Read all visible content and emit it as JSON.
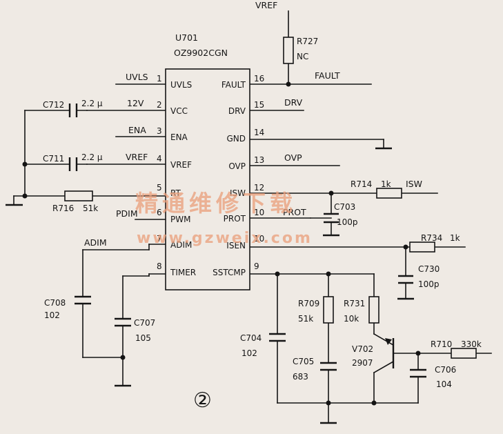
{
  "ic": {
    "ref": "U701",
    "part": "OZ9902CGN",
    "left_pins": [
      {
        "num": "1",
        "name": "UVLS"
      },
      {
        "num": "2",
        "name": "VCC"
      },
      {
        "num": "3",
        "name": "ENA"
      },
      {
        "num": "4",
        "name": "VREF"
      },
      {
        "num": "5",
        "name": "RT"
      },
      {
        "num": "6",
        "name": "PWM"
      },
      {
        "num": "7",
        "name": "ADIM"
      },
      {
        "num": "8",
        "name": "TIMER"
      }
    ],
    "right_pins": [
      {
        "num": "16",
        "name": "FAULT"
      },
      {
        "num": "15",
        "name": "DRV"
      },
      {
        "num": "14",
        "name": "GND"
      },
      {
        "num": "13",
        "name": "OVP"
      },
      {
        "num": "12",
        "name": "ISW"
      },
      {
        "num": "10",
        "name": "PROT"
      },
      {
        "num": "10",
        "name": "ISEN"
      },
      {
        "num": "9",
        "name": "SSTCMP"
      }
    ]
  },
  "nets": {
    "uvls": "UVLS",
    "vcc": "12V",
    "ena": "ENA",
    "vref_in": "VREF",
    "pdim": "PDIM",
    "adim": "ADIM",
    "vref_top": "VREF",
    "fault": "FAULT",
    "drv": "DRV",
    "ovp": "OVP",
    "isw": "ISW",
    "prot": "PROT"
  },
  "components": {
    "r727": {
      "ref": "R727",
      "value": "NC"
    },
    "c712": {
      "ref": "C712",
      "value": "2.2 μ"
    },
    "c711": {
      "ref": "C711",
      "value": "2.2 μ"
    },
    "r716": {
      "ref": "R716",
      "value": "51k"
    },
    "r714": {
      "ref": "R714",
      "value": "1k"
    },
    "c703": {
      "ref": "C703",
      "value": "100p"
    },
    "r734": {
      "ref": "R734",
      "value": "1k"
    },
    "c730": {
      "ref": "C730",
      "value": "100p"
    },
    "c708": {
      "ref": "C708",
      "value": "102"
    },
    "c707": {
      "ref": "C707",
      "value": "105"
    },
    "c704": {
      "ref": "C704",
      "value": "102"
    },
    "r709": {
      "ref": "R709",
      "value": "51k"
    },
    "c705": {
      "ref": "C705",
      "value": "683"
    },
    "r731": {
      "ref": "R731",
      "value": "10k"
    },
    "v702": {
      "ref": "V702",
      "value": "2907"
    },
    "r710": {
      "ref": "R710",
      "value": "330k"
    },
    "c706": {
      "ref": "C706",
      "value": "104"
    }
  },
  "watermark": {
    "line1": "精通维修下载",
    "line2": "www.gzweix.com"
  },
  "figure_number": "②"
}
